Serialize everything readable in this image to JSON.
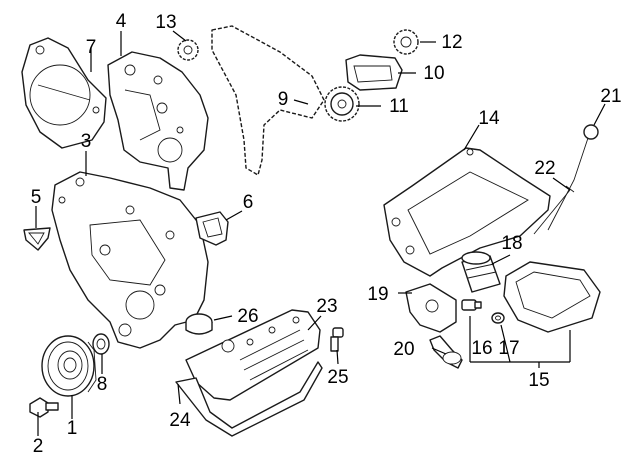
{
  "callouts": {
    "c1": "1",
    "c2": "2",
    "c3": "3",
    "c4": "4",
    "c5": "5",
    "c6": "6",
    "c7": "7",
    "c8": "8",
    "c9": "9",
    "c10": "10",
    "c11": "11",
    "c12": "12",
    "c13": "13",
    "c14": "14",
    "c15": "15",
    "c16": "16",
    "c17": "17",
    "c18": "18",
    "c19": "19",
    "c20": "20",
    "c21": "21",
    "c22": "22",
    "c23": "23",
    "c24": "24",
    "c25": "25",
    "c26": "26"
  },
  "colors": {
    "line": "#1a1a1a",
    "background": "#ffffff",
    "text": "#000000"
  }
}
